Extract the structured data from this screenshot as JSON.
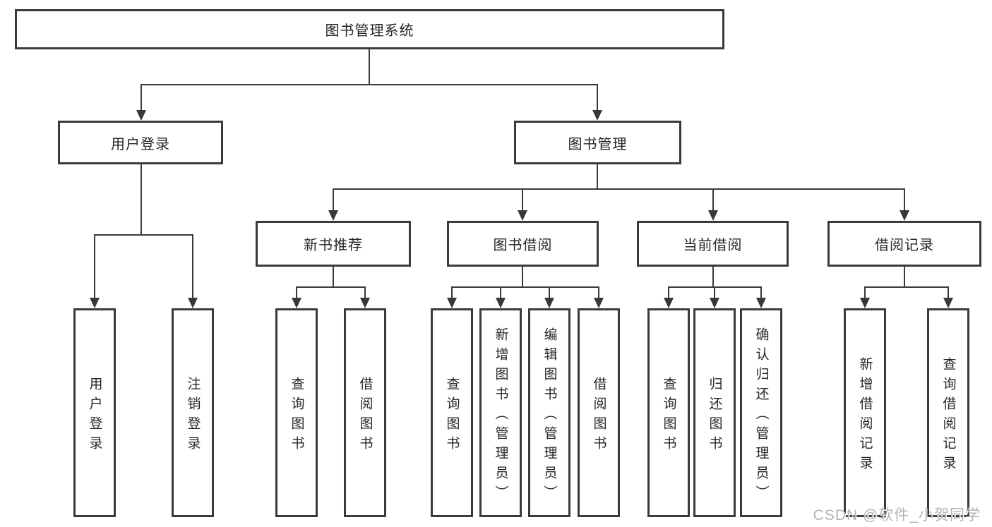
{
  "diagram": {
    "title": "图书管理系统",
    "nodes": {
      "root": "图书管理系统",
      "user_login": "用户登录",
      "book_management": "图书管理",
      "new_book_recommend": "新书推荐",
      "book_borrowing": "图书借阅",
      "current_borrowing": "当前借阅",
      "borrowing_records": "借阅记录",
      "leaf_user_login": "用户登录",
      "leaf_logout": "注销登录",
      "leaf_query_books_recommend": "查询图书",
      "leaf_borrow_books_recommend": "借阅图书",
      "leaf_query_books_borrowing": "查询图书",
      "leaf_add_books_admin": "新增图书（管理员）",
      "leaf_edit_books_admin": "编辑图书（管理员）",
      "leaf_borrow_books_borrowing": "借阅图书",
      "leaf_query_books_current": "查询图书",
      "leaf_return_books": "归还图书",
      "leaf_confirm_return_admin": "确认归还（管理员）",
      "leaf_add_borrow_record": "新增借阅记录",
      "leaf_query_borrow_record": "查询借阅记录"
    }
  },
  "watermark": "CSDN @软件_小贺同学",
  "colors": {
    "line": "#3a3a3a",
    "text": "#262626",
    "box_background": "#ffffff",
    "watermark": "#b3b3b3",
    "background": "#ffffff"
  }
}
